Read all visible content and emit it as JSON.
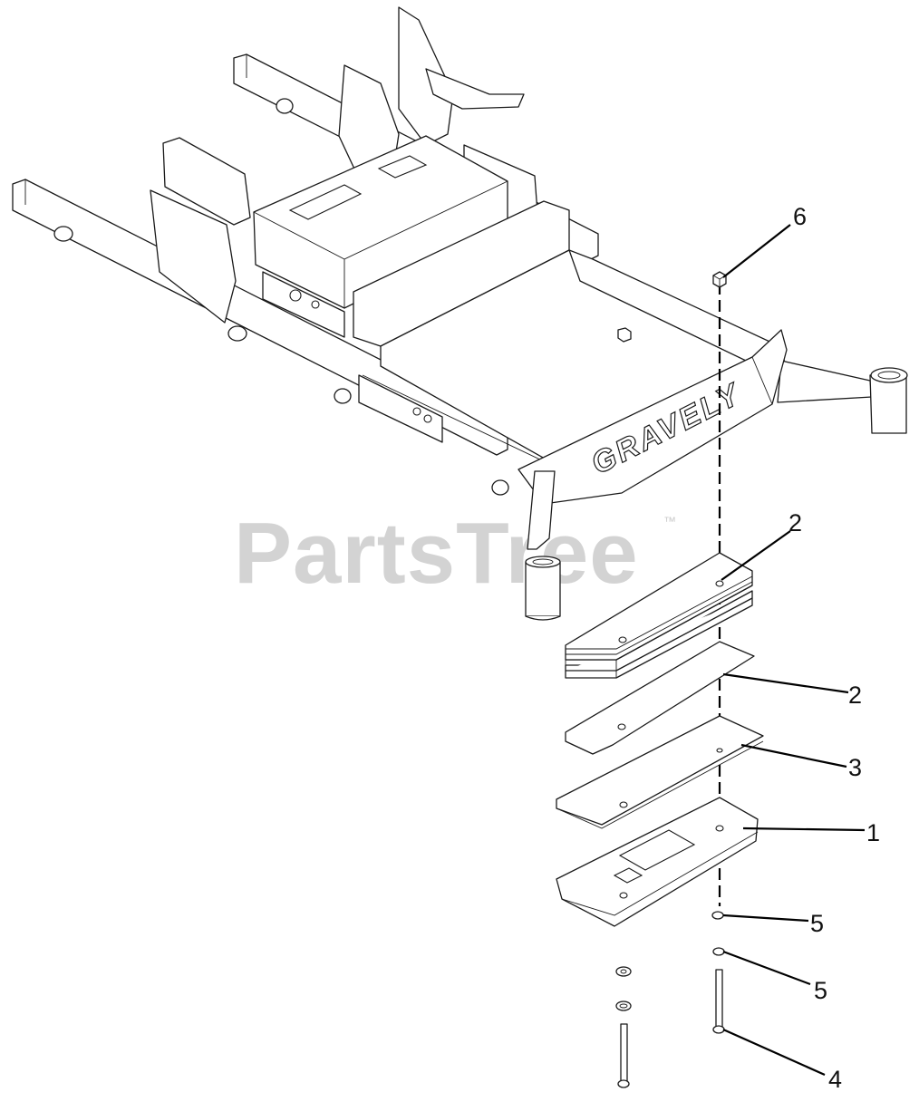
{
  "watermark": {
    "text": "PartsTree",
    "trademark": "™"
  },
  "frame": {
    "brand_text": "GRAVELY"
  },
  "callouts": [
    "6",
    "2",
    "2",
    "3",
    "1",
    "5",
    "5",
    "4"
  ]
}
